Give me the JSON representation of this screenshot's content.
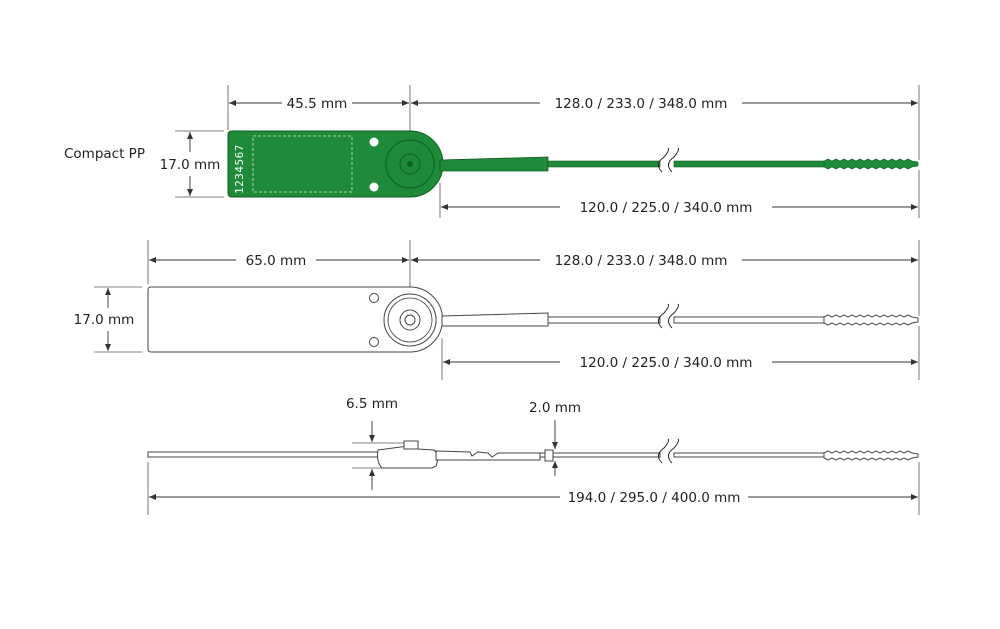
{
  "labels": {
    "model_name": "Compact PP",
    "serial_number": "1234567"
  },
  "dimensions": {
    "top_body_length": "45.5 mm",
    "top_total_length": "128.0 / 233.0 / 348.0 mm",
    "top_height": "17.0 mm",
    "top_strap_length": "120.0 / 225.0 / 340.0  mm",
    "mid_body_length": "65.0 mm",
    "mid_total_length": "128.0 / 233.0 / 348.0 mm",
    "mid_height": "17.0 mm",
    "mid_strap_length": "120.0 / 225.0 / 340.0  mm",
    "side_thickness": "6.5 mm",
    "side_strap_thickness": "2.0 mm",
    "side_overall_length": "194.0 / 295.0 / 400.0 mm"
  },
  "colors": {
    "seal_green": "#1f8a3a",
    "seal_green_dark": "#0f5e22",
    "outline": "#444444",
    "dimension_line": "#333333"
  }
}
